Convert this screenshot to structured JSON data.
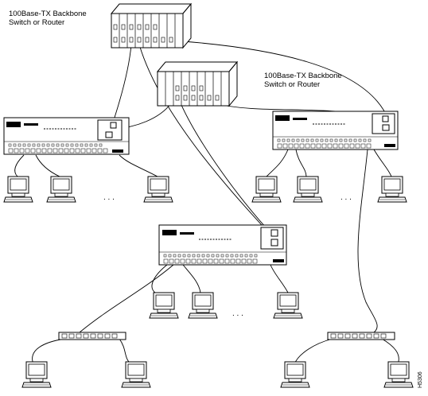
{
  "labels": {
    "backbone_1": {
      "line1": "100Base-TX Backbone",
      "line2": "Switch or Router"
    },
    "backbone_2": {
      "line1": "100Base-TX Backbone",
      "line2": "Switch or Router"
    },
    "figure_id": "H5306"
  },
  "ellipsis": ". . ."
}
